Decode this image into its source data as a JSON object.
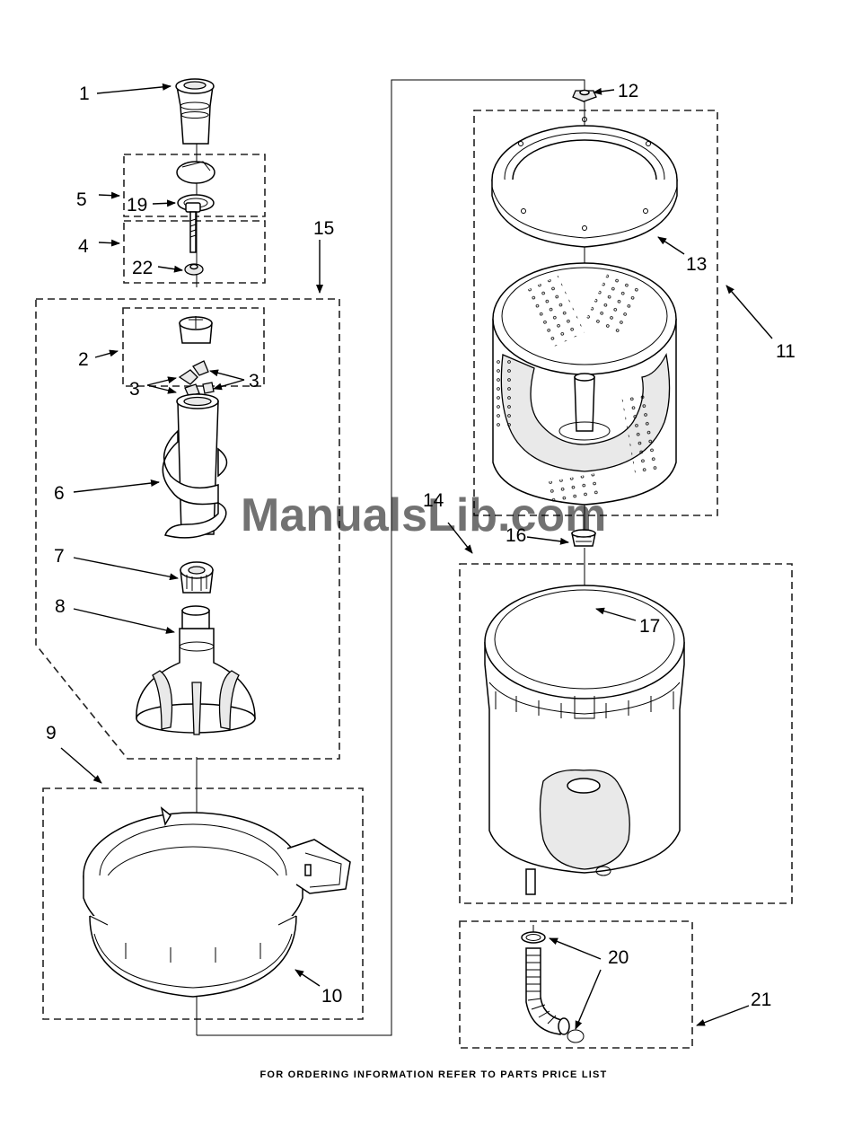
{
  "callouts": {
    "c1": "1",
    "c2": "2",
    "c3a": "3",
    "c3b": "3",
    "c4": "4",
    "c5": "5",
    "c6": "6",
    "c7": "7",
    "c8": "8",
    "c9": "9",
    "c10": "10",
    "c11": "11",
    "c12": "12",
    "c13": "13",
    "c14": "14",
    "c15": "15",
    "c16": "16",
    "c17": "17",
    "c19": "19",
    "c20": "20",
    "c21": "21",
    "c22": "22"
  },
  "footer": "FOR ORDERING INFORMATION REFER TO PARTS PRICE LIST",
  "watermark": "ManualsLib.com"
}
